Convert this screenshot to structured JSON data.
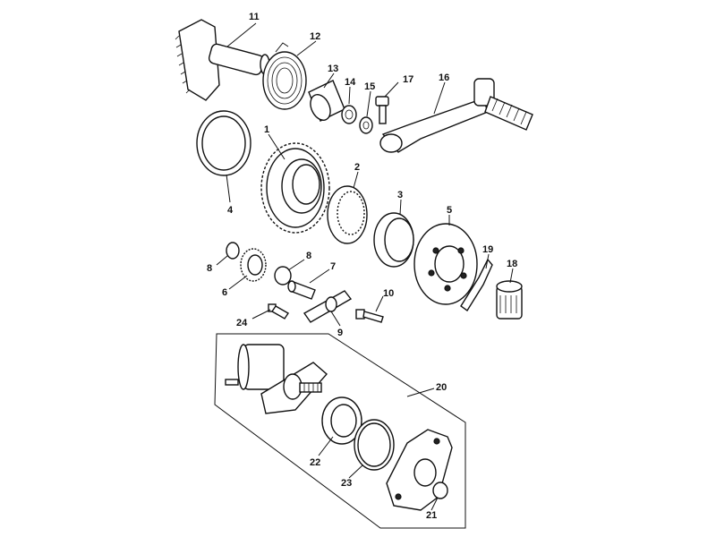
{
  "callouts": [
    {
      "id": "p1",
      "label": "1"
    },
    {
      "id": "p2",
      "label": "2"
    },
    {
      "id": "p3",
      "label": "3"
    },
    {
      "id": "p4",
      "label": "4"
    },
    {
      "id": "p5",
      "label": "5"
    },
    {
      "id": "p6",
      "label": "6"
    },
    {
      "id": "p7",
      "label": "7"
    },
    {
      "id": "p8a",
      "label": "8"
    },
    {
      "id": "p8b",
      "label": "8"
    },
    {
      "id": "p9",
      "label": "9"
    },
    {
      "id": "p10",
      "label": "10"
    },
    {
      "id": "p11",
      "label": "11"
    },
    {
      "id": "p12",
      "label": "12"
    },
    {
      "id": "p13",
      "label": "13"
    },
    {
      "id": "p14",
      "label": "14"
    },
    {
      "id": "p15",
      "label": "15"
    },
    {
      "id": "p16",
      "label": "16"
    },
    {
      "id": "p17",
      "label": "17"
    },
    {
      "id": "p18",
      "label": "18"
    },
    {
      "id": "p19",
      "label": "19"
    },
    {
      "id": "p20",
      "label": "20"
    },
    {
      "id": "p21",
      "label": "21"
    },
    {
      "id": "p22",
      "label": "22"
    },
    {
      "id": "p23",
      "label": "23"
    },
    {
      "id": "p24",
      "label": "24"
    }
  ],
  "colors": {
    "ink": "#111111",
    "paper": "#ffffff"
  }
}
